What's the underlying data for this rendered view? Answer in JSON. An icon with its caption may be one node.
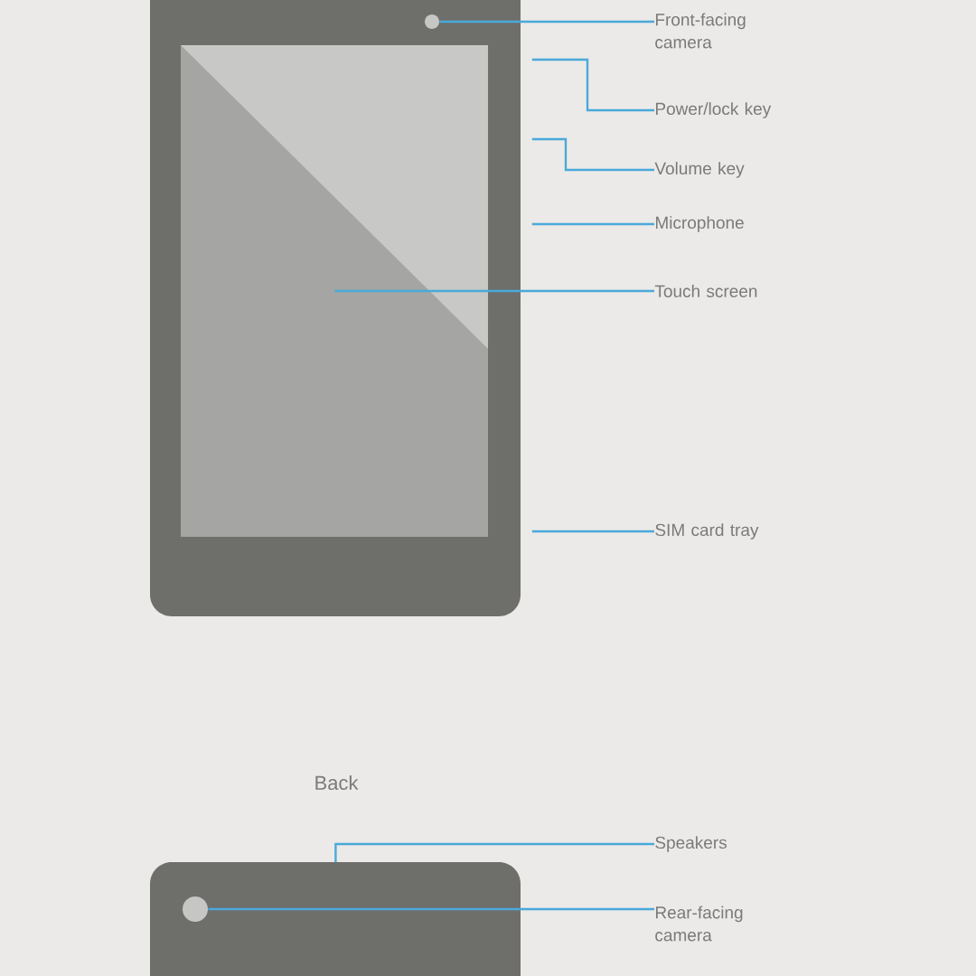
{
  "diagram": {
    "nodes": [
      {
        "text": [],
        "shape": "box"
      },
      {
        "text": [],
        "shape": "circle",
        "in": 0
      },
      {
        "text": [],
        "shape": "box",
        "in": 0
      },
      {
        "text": [
          "Front-facing camera"
        ]
      },
      {
        "text": [
          "Power/lock key"
        ]
      },
      {
        "text": [
          "Volume key"
        ]
      },
      {
        "text": [
          "Microphone"
        ]
      },
      {
        "text": [
          "Touch screen"
        ]
      },
      {
        "text": [
          "SIM card tray"
        ]
      },
      {
        "text": [],
        "shape": "box"
      },
      {
        "text": [],
        "shape": "circle",
        "in": 9
      },
      {
        "text": [
          "Speakers"
        ]
      },
      {
        "text": [
          "Rear-facing camera"
        ]
      }
    ],
    "edges": [
      {
        "from": 3,
        "to": 1,
        "arrow": "none"
      },
      {
        "from": 4,
        "to": 0,
        "arrow": "none"
      },
      {
        "from": 5,
        "to": 0,
        "arrow": "none"
      },
      {
        "from": 6,
        "to": 0,
        "arrow": "none"
      },
      {
        "from": 7,
        "to": 2,
        "arrow": "none"
      },
      {
        "from": 8,
        "to": 0,
        "arrow": "none"
      },
      {
        "from": 11,
        "to": 9,
        "arrow": "none"
      },
      {
        "from": 12,
        "to": 10,
        "arrow": "none"
      }
    ],
    "labels": [
      "Back"
    ]
  }
}
